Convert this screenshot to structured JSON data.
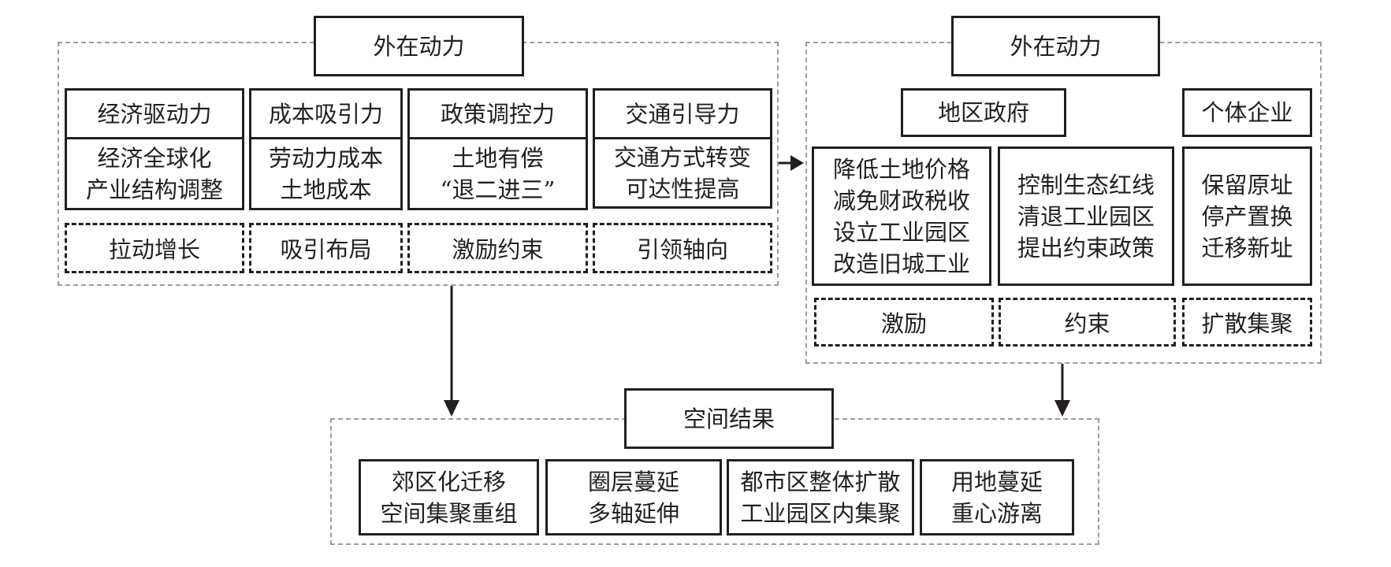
{
  "left_panel": {
    "title": "外在动力",
    "columns": [
      {
        "header": "经济驱动力",
        "body": [
          "经济全球化",
          "产业结构调整"
        ],
        "effect": "拉动增长"
      },
      {
        "header": "成本吸引力",
        "body": [
          "劳动力成本",
          "土地成本"
        ],
        "effect": "吸引布局"
      },
      {
        "header": "政策调控力",
        "body": [
          "土地有偿",
          "“退二进三”"
        ],
        "effect": "激励约束"
      },
      {
        "header": "交通引导力",
        "body": [
          "交通方式转变",
          "可达性提高"
        ],
        "effect": "引领轴向"
      }
    ]
  },
  "right_panel": {
    "title": "外在动力",
    "actors": [
      {
        "label": "地区政府"
      },
      {
        "label": "个体企业"
      }
    ],
    "measures": [
      {
        "body": [
          "降低土地价格",
          "减免财政税收",
          "设立工业园区",
          "改造旧城工业"
        ],
        "effect": "激励"
      },
      {
        "body": [
          "控制生态红线",
          "清退工业园区",
          "提出约束政策"
        ],
        "effect": "约束"
      },
      {
        "body": [
          "保留原址",
          "停产置换",
          "迁移新址"
        ],
        "effect": "扩散集聚"
      }
    ]
  },
  "bottom_panel": {
    "title": "空间结果",
    "results": [
      {
        "body": [
          "郊区化迁移",
          "空间集聚重组"
        ]
      },
      {
        "body": [
          "圈层蔓延",
          "多轴延伸"
        ]
      },
      {
        "body": [
          "都市区整体扩散",
          "工业园区内集聚"
        ]
      },
      {
        "body": [
          "用地蔓延",
          "重心游离"
        ]
      }
    ]
  },
  "colors": {
    "line": "#231f20",
    "panel_dash": "#9a9c9e"
  }
}
